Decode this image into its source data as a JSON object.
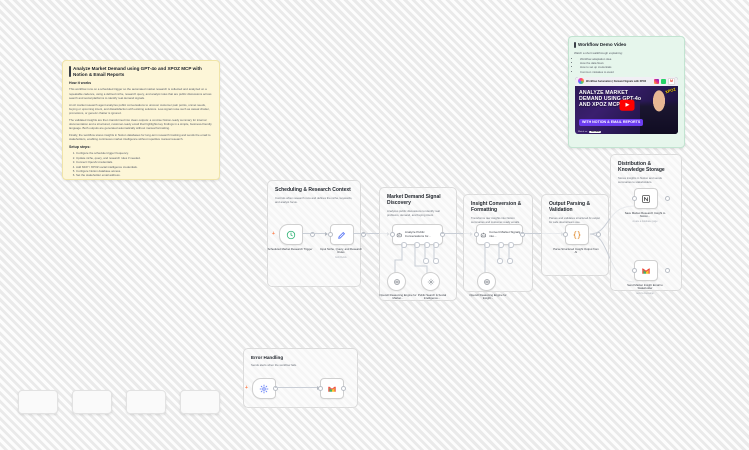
{
  "doc_note": {
    "title": "Analyze Market Demand using GPT-4o and XPOZ MCP with Notion & Email Reports",
    "how_it_works_heading": "How it works",
    "paragraphs": [
      "This workflow runs on a scheduled trigger so the automated market research is collected and analyzed on a repeatable cadence, using a defined niche, research query, and analyst rules that are public discussions across search and social platforms to identify real demand signals.",
      "An AI market research agent analyzes public conversations to uncover customer pain points, unmet needs, buying or upcoming intent, and dissatisfaction with existing solutions. Low-signal noise such as casual chatter, promotions, or generic chatter is ignored.",
      "The validated insights are then transformed into clean outputs: a concise Notion-ready summary for internal documentation and a structured, customer-ready email that highlights key findings in a simple, business-friendly language. Both outputs are generated automatically without manual formatting.",
      "Finally, the workflow stores insights in Notion databases for long-term research tracking and sends the email to stakeholders, enabling continuous market intelligence without repetitive manual research."
    ],
    "setup_heading": "Setup steps:",
    "setup_steps": [
      "Configure the schedule trigger frequency.",
      "Update niche, query, and research rules if needed.",
      "Connect OpenAI credentials.",
      "Add MCP / XPOZ social intelligence credentials.",
      "Configure Notion database access.",
      "Set the stakeholder email address."
    ]
  },
  "video_note": {
    "title": "Workflow Demo Video",
    "intro": "Watch a short walkthrough explaining:",
    "bullets": [
      "Workflow adaptation idea",
      "How the data flows",
      "How to set up credentials",
      "Common mistakes to avoid"
    ],
    "thumbnail": {
      "channel_line": "Workflow Automation | Demand Signals with XPOZ",
      "title_lines": "ANALYZE MARKET DEMAND USING GPT-4o AND XPOZ MCP",
      "subtitle": "WITH NOTION & EMAIL REPORTS",
      "badge": "XPOZ",
      "watch_label": "Watch on",
      "brand_pill": "YouTube",
      "play_icon": "play-icon"
    }
  },
  "groups": {
    "scheduling": {
      "title": "Scheduling & Research Context",
      "desc": "Controls when research runs and defines the niche, keywords, and analyst focus."
    },
    "market": {
      "title": "Market Demand Signal Discovery",
      "desc": "Analyzes public discussions to identify real problems, demand, and buying intent."
    },
    "insight": {
      "title": "Insight Conversion & Formatting",
      "desc": "Transforms raw insights into Notion summaries and customer-ready emails."
    },
    "output": {
      "title": "Output Parsing & Validation",
      "desc": "Parses and validates structured AI output for safe downstream use."
    },
    "distribution": {
      "title": "Distribution & Knowledge Storage",
      "desc": "Stores insights in Notion and sends summaries to stakeholders."
    },
    "error": {
      "title": "Error Handling",
      "desc": "Sends alerts when the workflow fails."
    }
  },
  "nodes": {
    "trigger": {
      "label": "Scheduled Market Research Trigger",
      "icon": "clock-icon"
    },
    "input_rules": {
      "label": "Input Niche, Query, and Research Rules",
      "sub": "Edit Fields",
      "icon": "pencil-icon"
    },
    "agent": {
      "label": "Analyze Public Conversations for...",
      "icon": "robot-icon"
    },
    "reasoning_market": {
      "label": "OpenAI Reasoning Engine for Market...",
      "icon": "openai-icon"
    },
    "public_search": {
      "label": "Public Search & Social Intelligence...",
      "icon": "mcp-icon"
    },
    "convert": {
      "label": "Convert Market Signals into...",
      "icon": "robot-icon"
    },
    "reasoning_insight": {
      "label": "OpenAI Reasoning Engine for Insight...",
      "icon": "openai-icon"
    },
    "parser": {
      "label": "Parse Structured Insight Output from AI",
      "icon": "braces-icon"
    },
    "notion": {
      "label": "Save Market Research Insight to Notion...",
      "sub": "create a database page",
      "icon": "notion-icon"
    },
    "gmail": {
      "label": "Send Market Insight Email to Stakeholder",
      "sub": "send a message",
      "icon": "gmail-icon"
    },
    "error_trigger": {
      "label": "",
      "icon": "error-trigger-icon"
    },
    "error_gmail": {
      "label": "",
      "icon": "gmail-icon"
    }
  },
  "colors": {
    "accent_orange": "#ff7a45",
    "brand_red": "#ff0000",
    "brand_purple": "#6c3df0",
    "canvas": "#f4f4f4"
  }
}
